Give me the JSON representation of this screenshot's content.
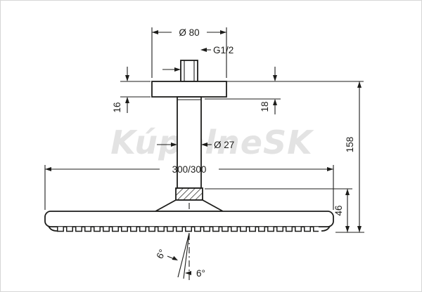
{
  "watermark": "KúpelneSK",
  "dims": {
    "plate_diameter": "Ø 80",
    "thread": "G1/2",
    "plate_height": "16",
    "ceiling_offset": "18",
    "pipe_diameter": "Ø 27",
    "head_size": "300/300",
    "total_height": "158",
    "head_height": "46",
    "angle_side": "6°",
    "angle_bottom": "6°"
  },
  "colors": {
    "line": "#1d1d1b",
    "watermark": "#c9c9c9",
    "background": "#ffffff"
  }
}
